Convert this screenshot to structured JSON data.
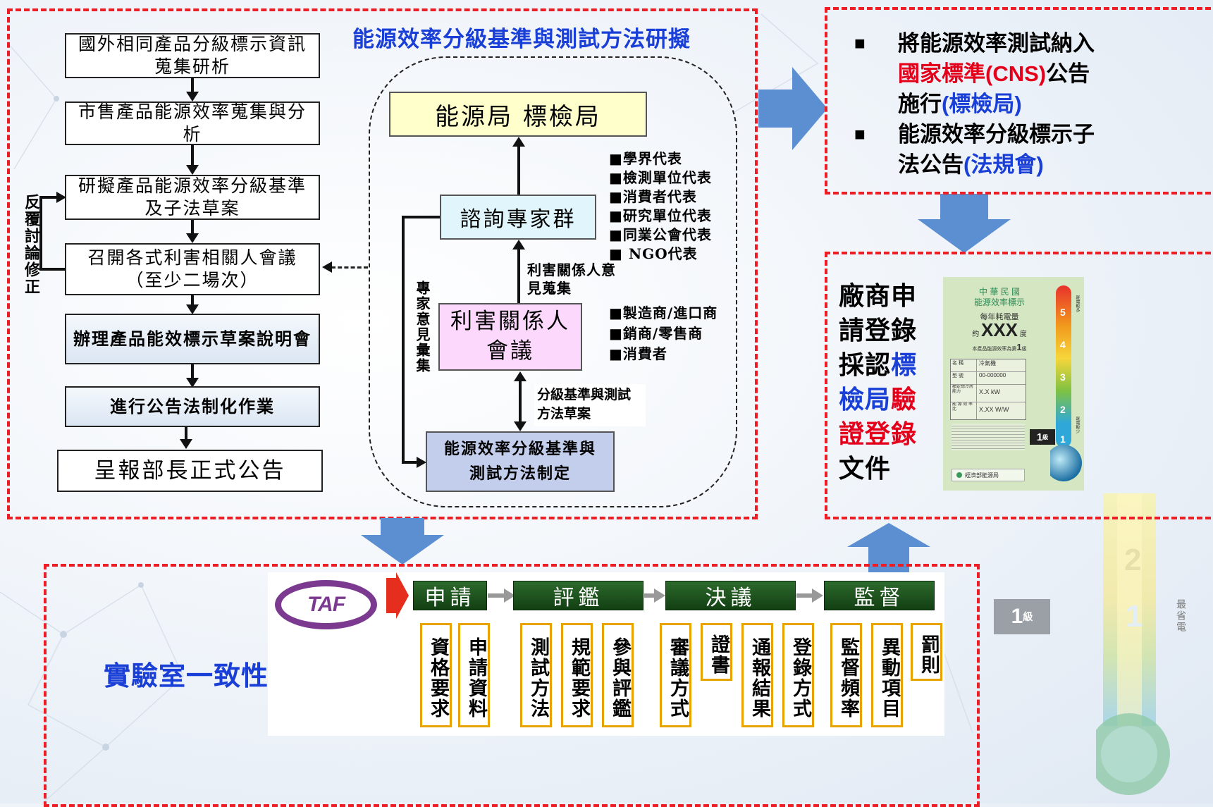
{
  "colors": {
    "frame_red": "#ee1c24",
    "title_blue": "#1a3fd6",
    "big_arrow": "#5b8fd1",
    "green_head": "#1d4f1d",
    "col_border": "#e8a300"
  },
  "left_panel": {
    "title": "能源效率分級基準與測試方法研擬",
    "steps": [
      "國外相同產品分級標示資訊蒐集研析",
      "市售產品能源效率蒐集與分析",
      "研擬產品能源效率分級基準及子法草案",
      "召開各式利害相關人會議（至少二場次）",
      "辦理產品能效標示草案說明會",
      "進行公告法制化作業",
      "呈報部長正式公告"
    ],
    "feedback_label": "反覆討論修正"
  },
  "center_diagram": {
    "top_box": "能源局 標檢局",
    "experts_box": "諮詢專家群",
    "stakeholder_box": "利害關係人會議",
    "standard_box": "能源效率分級基準與測試方法制定",
    "expert_members": [
      "■學界代表",
      "■檢測單位代表",
      "■消費者代表",
      "■研究單位代表",
      "■同業公會代表",
      "■ NGO代表"
    ],
    "stakeholder_members": [
      "■製造商/進口商",
      "■銷商/零售商",
      "■消費者"
    ],
    "opinion_label": "利害關係人意見蒐集",
    "draft_label": "分級基準與測試方法草案",
    "expert_opinion_label": "專家意見彙集"
  },
  "right_top": {
    "items": [
      {
        "bullet": "■",
        "parts": [
          {
            "text": "將能源效率測試納入",
            "color": "#000"
          },
          {
            "text": "國家標準(CNS)",
            "color": "#e4001b"
          },
          {
            "text": "公告施行",
            "color": "#000"
          },
          {
            "text": "(標檢局)",
            "color": "#1a3fd6"
          }
        ]
      },
      {
        "bullet": "■",
        "parts": [
          {
            "text": "能源效率分級標示子法公告",
            "color": "#000"
          },
          {
            "text": "(法規會)",
            "color": "#1a3fd6"
          }
        ]
      }
    ]
  },
  "right_bottom": {
    "parts": [
      {
        "text": "廠商申請登錄採認",
        "color": "#000"
      },
      {
        "text": "標檢局",
        "color": "#1a3fd6"
      },
      {
        "text": "驗證登錄",
        "color": "#e4001b"
      },
      {
        "text": "文件",
        "color": "#000"
      }
    ],
    "label_card": {
      "country": "中 華 民 國",
      "title": "能源效率標示",
      "consumption_label": "每年耗電量",
      "approx": "約",
      "value": "XXX",
      "unit": "度",
      "grade_note": "本產品能源效率為第",
      "grade_number": "1",
      "grade_suffix": "級",
      "rows": [
        {
          "k": "名 稱",
          "v": "冷氣機"
        },
        {
          "k": "型 號",
          "v": "00-000000"
        },
        {
          "k": "額定總冷房能力",
          "v": "X.X kW"
        },
        {
          "k": "能 源 效 率 比",
          "v": "X.XX W/W"
        }
      ],
      "grade_badge": "1",
      "grade_badge_suffix": "級",
      "footer": "經濟部能源局",
      "scale": [
        "5",
        "4",
        "3",
        "2",
        "1"
      ],
      "scale_top_label": "耗電較多",
      "scale_bottom_label": "耗電較少"
    },
    "bg_thermo_numbers": [
      "2",
      "1"
    ],
    "bg_thermo_side_label": "最省電",
    "bg_grade_badge": "1",
    "bg_grade_badge_suffix": "級"
  },
  "bottom_panel": {
    "title": "實驗室一致性比對",
    "logo_text": "TAF",
    "stages": [
      {
        "label": "申請",
        "subs": [
          "資格要求",
          "申請資料"
        ]
      },
      {
        "label": "評鑑",
        "subs": [
          "測試方法",
          "規範要求",
          "參與評鑑"
        ]
      },
      {
        "label": "決議",
        "subs": [
          "審議方式",
          "證書",
          "通報結果",
          "登錄方式"
        ]
      },
      {
        "label": "監督",
        "subs": [
          "監督頻率",
          "異動項目",
          "罰則"
        ]
      }
    ]
  }
}
